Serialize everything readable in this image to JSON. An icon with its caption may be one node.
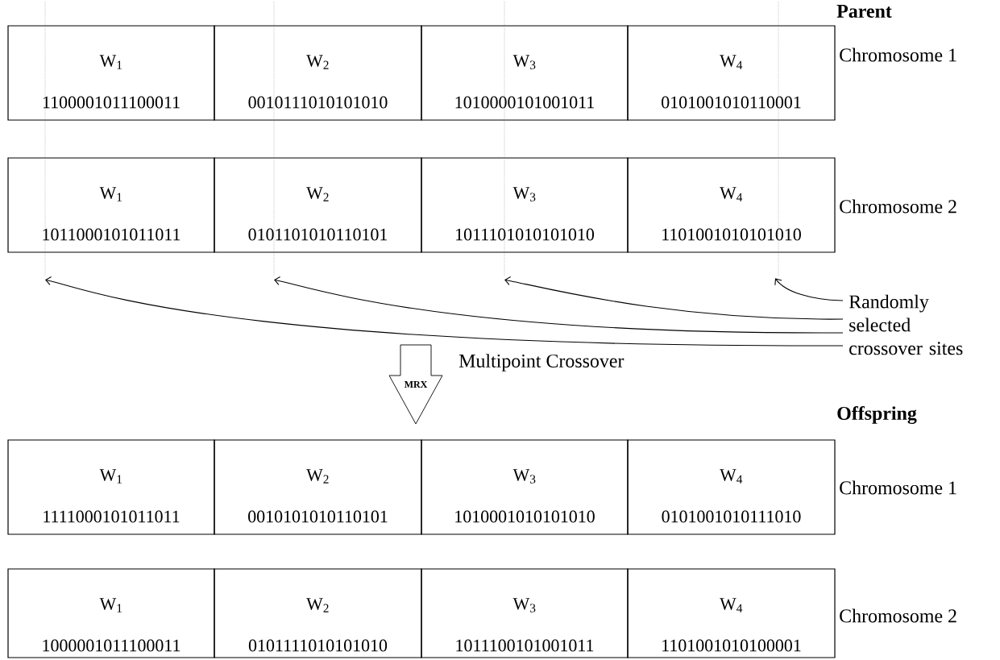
{
  "diagram": {
    "nodes": [
      {
        "text": [
          "W$_{1}$",
          "1100001011100011"
        ]
      },
      {
        "text": [
          "W$_{2}$",
          "0010111010101010"
        ]
      },
      {
        "text": [
          "W$_{3}$",
          "1010000101001011"
        ]
      },
      {
        "text": [
          "W$_{4}$",
          "0101001010110001"
        ]
      },
      {
        "text": [
          "W$_{1}$",
          "1011000101011011"
        ]
      },
      {
        "text": [
          "W$_{2}$",
          "0101101010110101"
        ]
      },
      {
        "text": [
          "W$_{3}$",
          "1011101010101010"
        ]
      },
      {
        "text": [
          "W$_{4}$",
          "1101001010101010"
        ]
      },
      {
        "text": [],
        "shape": "line"
      },
      {
        "text": [],
        "shape": "line"
      },
      {
        "text": [],
        "shape": "line"
      },
      {
        "text": [],
        "shape": "line"
      },
      {
        "text": [
          "Randomly selected crossover sites"
        ]
      },
      {
        "text": [
          "MRX"
        ],
        "beside": [
          "Multipoint Crossover"
        ]
      },
      {
        "text": [
          "W$_{1}$",
          "1111000101011011"
        ]
      },
      {
        "text": [
          "W$_{2}$",
          "0010101010110101"
        ]
      },
      {
        "text": [
          "W$_{3}$",
          "1010001010101010"
        ]
      },
      {
        "text": [
          "W$_{4}$",
          "0101001010111010"
        ]
      },
      {
        "text": [
          "W$_{1}$",
          "1000001011100011"
        ]
      },
      {
        "text": [
          "W$_{2}$",
          "0101111010101010"
        ]
      },
      {
        "text": [
          "W$_{3}$",
          "1011100101001011"
        ]
      },
      {
        "text": [
          "W$_{4}$",
          "1101001010100001"
        ]
      }
    ],
    "edges": [
      {
        "from": 12,
        "to": 8,
        "arrow": "to"
      },
      {
        "from": 12,
        "to": 9,
        "arrow": "to"
      },
      {
        "from": 12,
        "to": 10,
        "arrow": "to"
      },
      {
        "from": 12,
        "to": 11,
        "arrow": "to"
      }
    ],
    "labels": [
      "Parent",
      "Chromosome 1",
      "Chromosome 2",
      "Offspring",
      "Chromosome 1",
      "Chromosome 2"
    ]
  }
}
